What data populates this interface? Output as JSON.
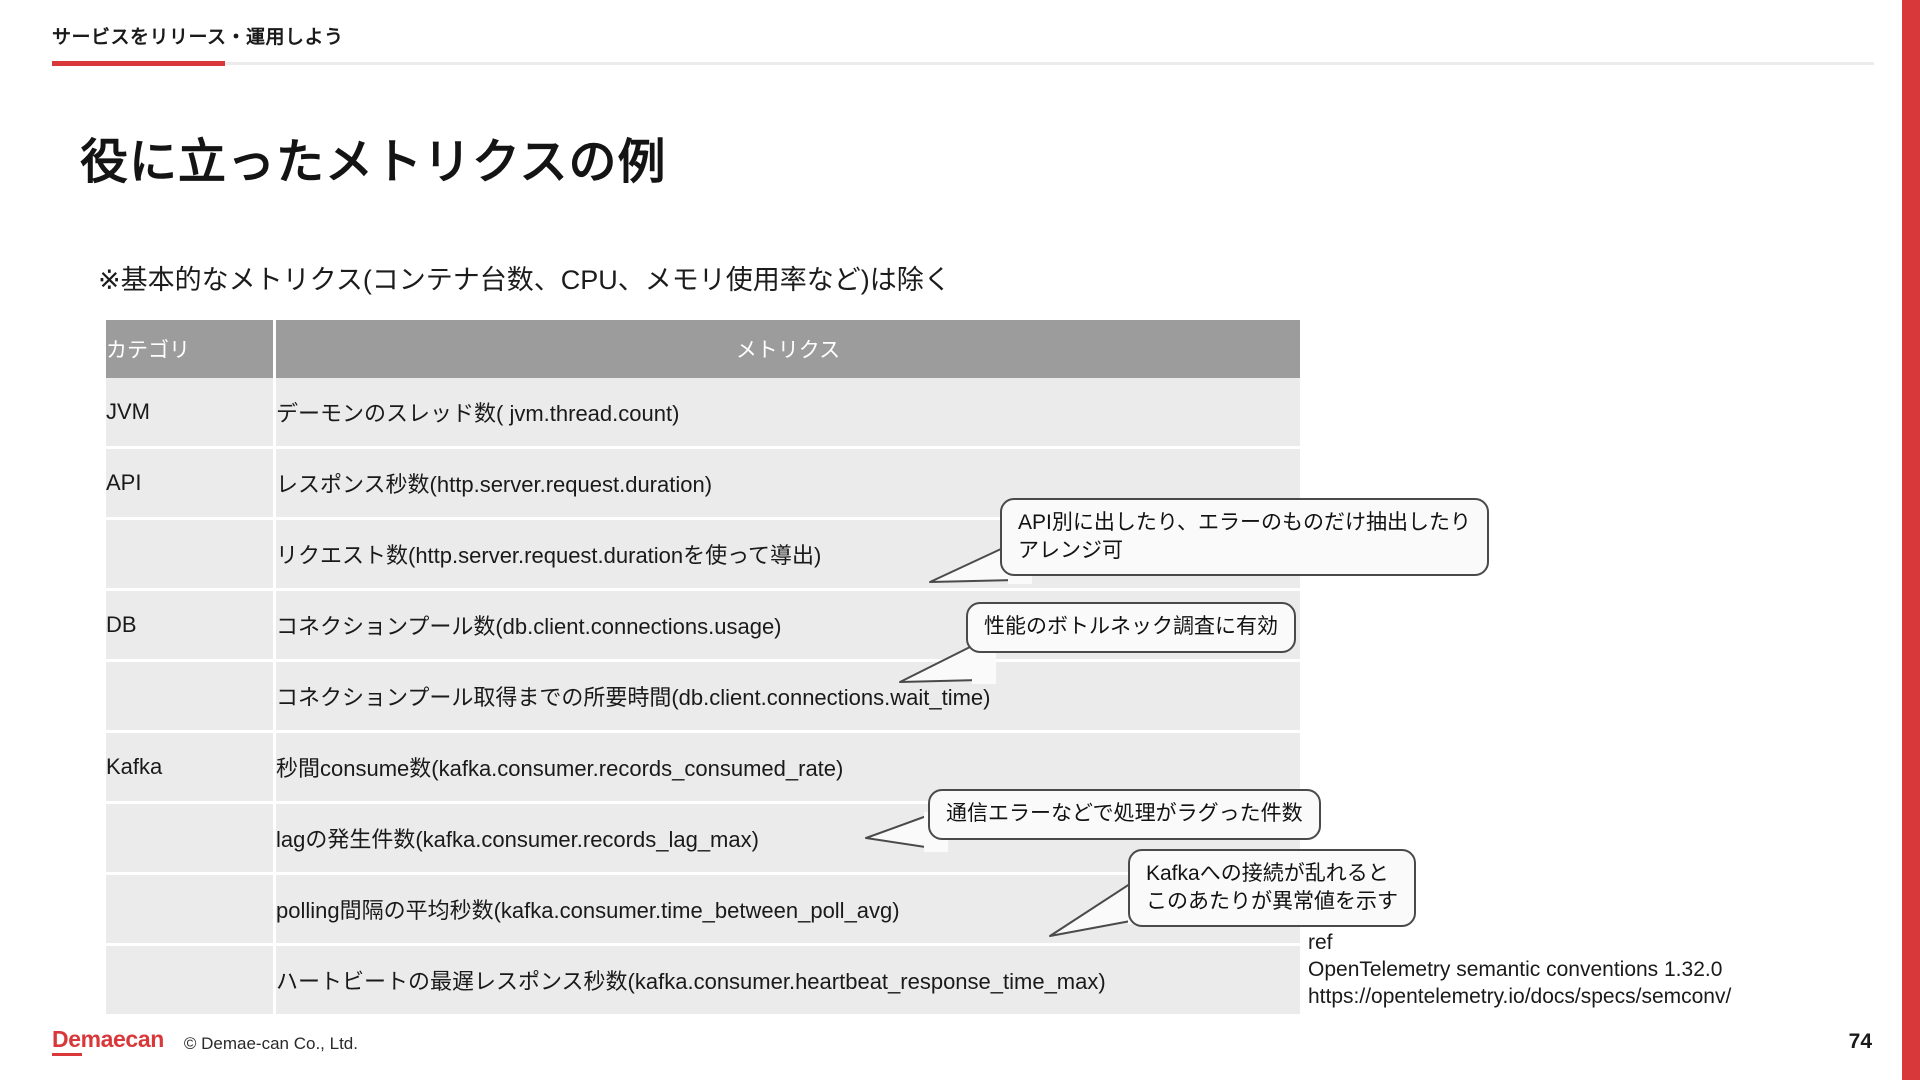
{
  "header": {
    "eyebrow": "サービスをリリース・運用しよう",
    "accent_color": "#d9383a",
    "rule_color": "#ebebeb"
  },
  "title": "役に立ったメトリクスの例",
  "note": "※基本的なメトリクス(コンテナ台数、CPU、メモリ使用率など)は除く",
  "table": {
    "header_bg": "#9c9c9c",
    "row_bg": "#ebebeb",
    "columns": [
      "カテゴリ",
      "メトリクス"
    ],
    "rows": [
      {
        "category": "JVM",
        "metric": "デーモンのスレッド数( jvm.thread.count)"
      },
      {
        "category": "API",
        "metric": "レスポンス秒数(http.server.request.duration)"
      },
      {
        "category": "",
        "metric": "リクエスト数(http.server.request.durationを使って導出)"
      },
      {
        "category": "DB",
        "metric": "コネクションプール数(db.client.connections.usage)"
      },
      {
        "category": "",
        "metric": "コネクションプール取得までの所要時間(db.client.connections.wait_time)"
      },
      {
        "category": "Kafka",
        "metric": "秒間consume数(kafka.consumer.records_consumed_rate)"
      },
      {
        "category": "",
        "metric": "lagの発生件数(kafka.consumer.records_lag_max)"
      },
      {
        "category": "",
        "metric": "polling間隔の平均秒数(kafka.consumer.time_between_poll_avg)"
      },
      {
        "category": "",
        "metric": "ハートビートの最遅レスポンス秒数(kafka.consumer.heartbeat_response_time_max)"
      }
    ]
  },
  "callouts": [
    {
      "line1": "API別に出したり、エラーのものだけ抽出したり",
      "line2": "アレンジ可"
    },
    {
      "line1": "性能のボトルネック調査に有効",
      "line2": ""
    },
    {
      "line1": "通信エラーなどで処理がラグった件数",
      "line2": ""
    },
    {
      "line1": "Kafkaへの接続が乱れると",
      "line2": "このあたりが異常値を示す"
    }
  ],
  "reference": {
    "label": "ref",
    "title": "OpenTelemetry semantic conventions 1.32.0",
    "url": "https://opentelemetry.io/docs/specs/semconv/"
  },
  "footer": {
    "brand": "Demaecan",
    "copyright": "© Demae-can Co., Ltd.",
    "page_number": "74"
  }
}
